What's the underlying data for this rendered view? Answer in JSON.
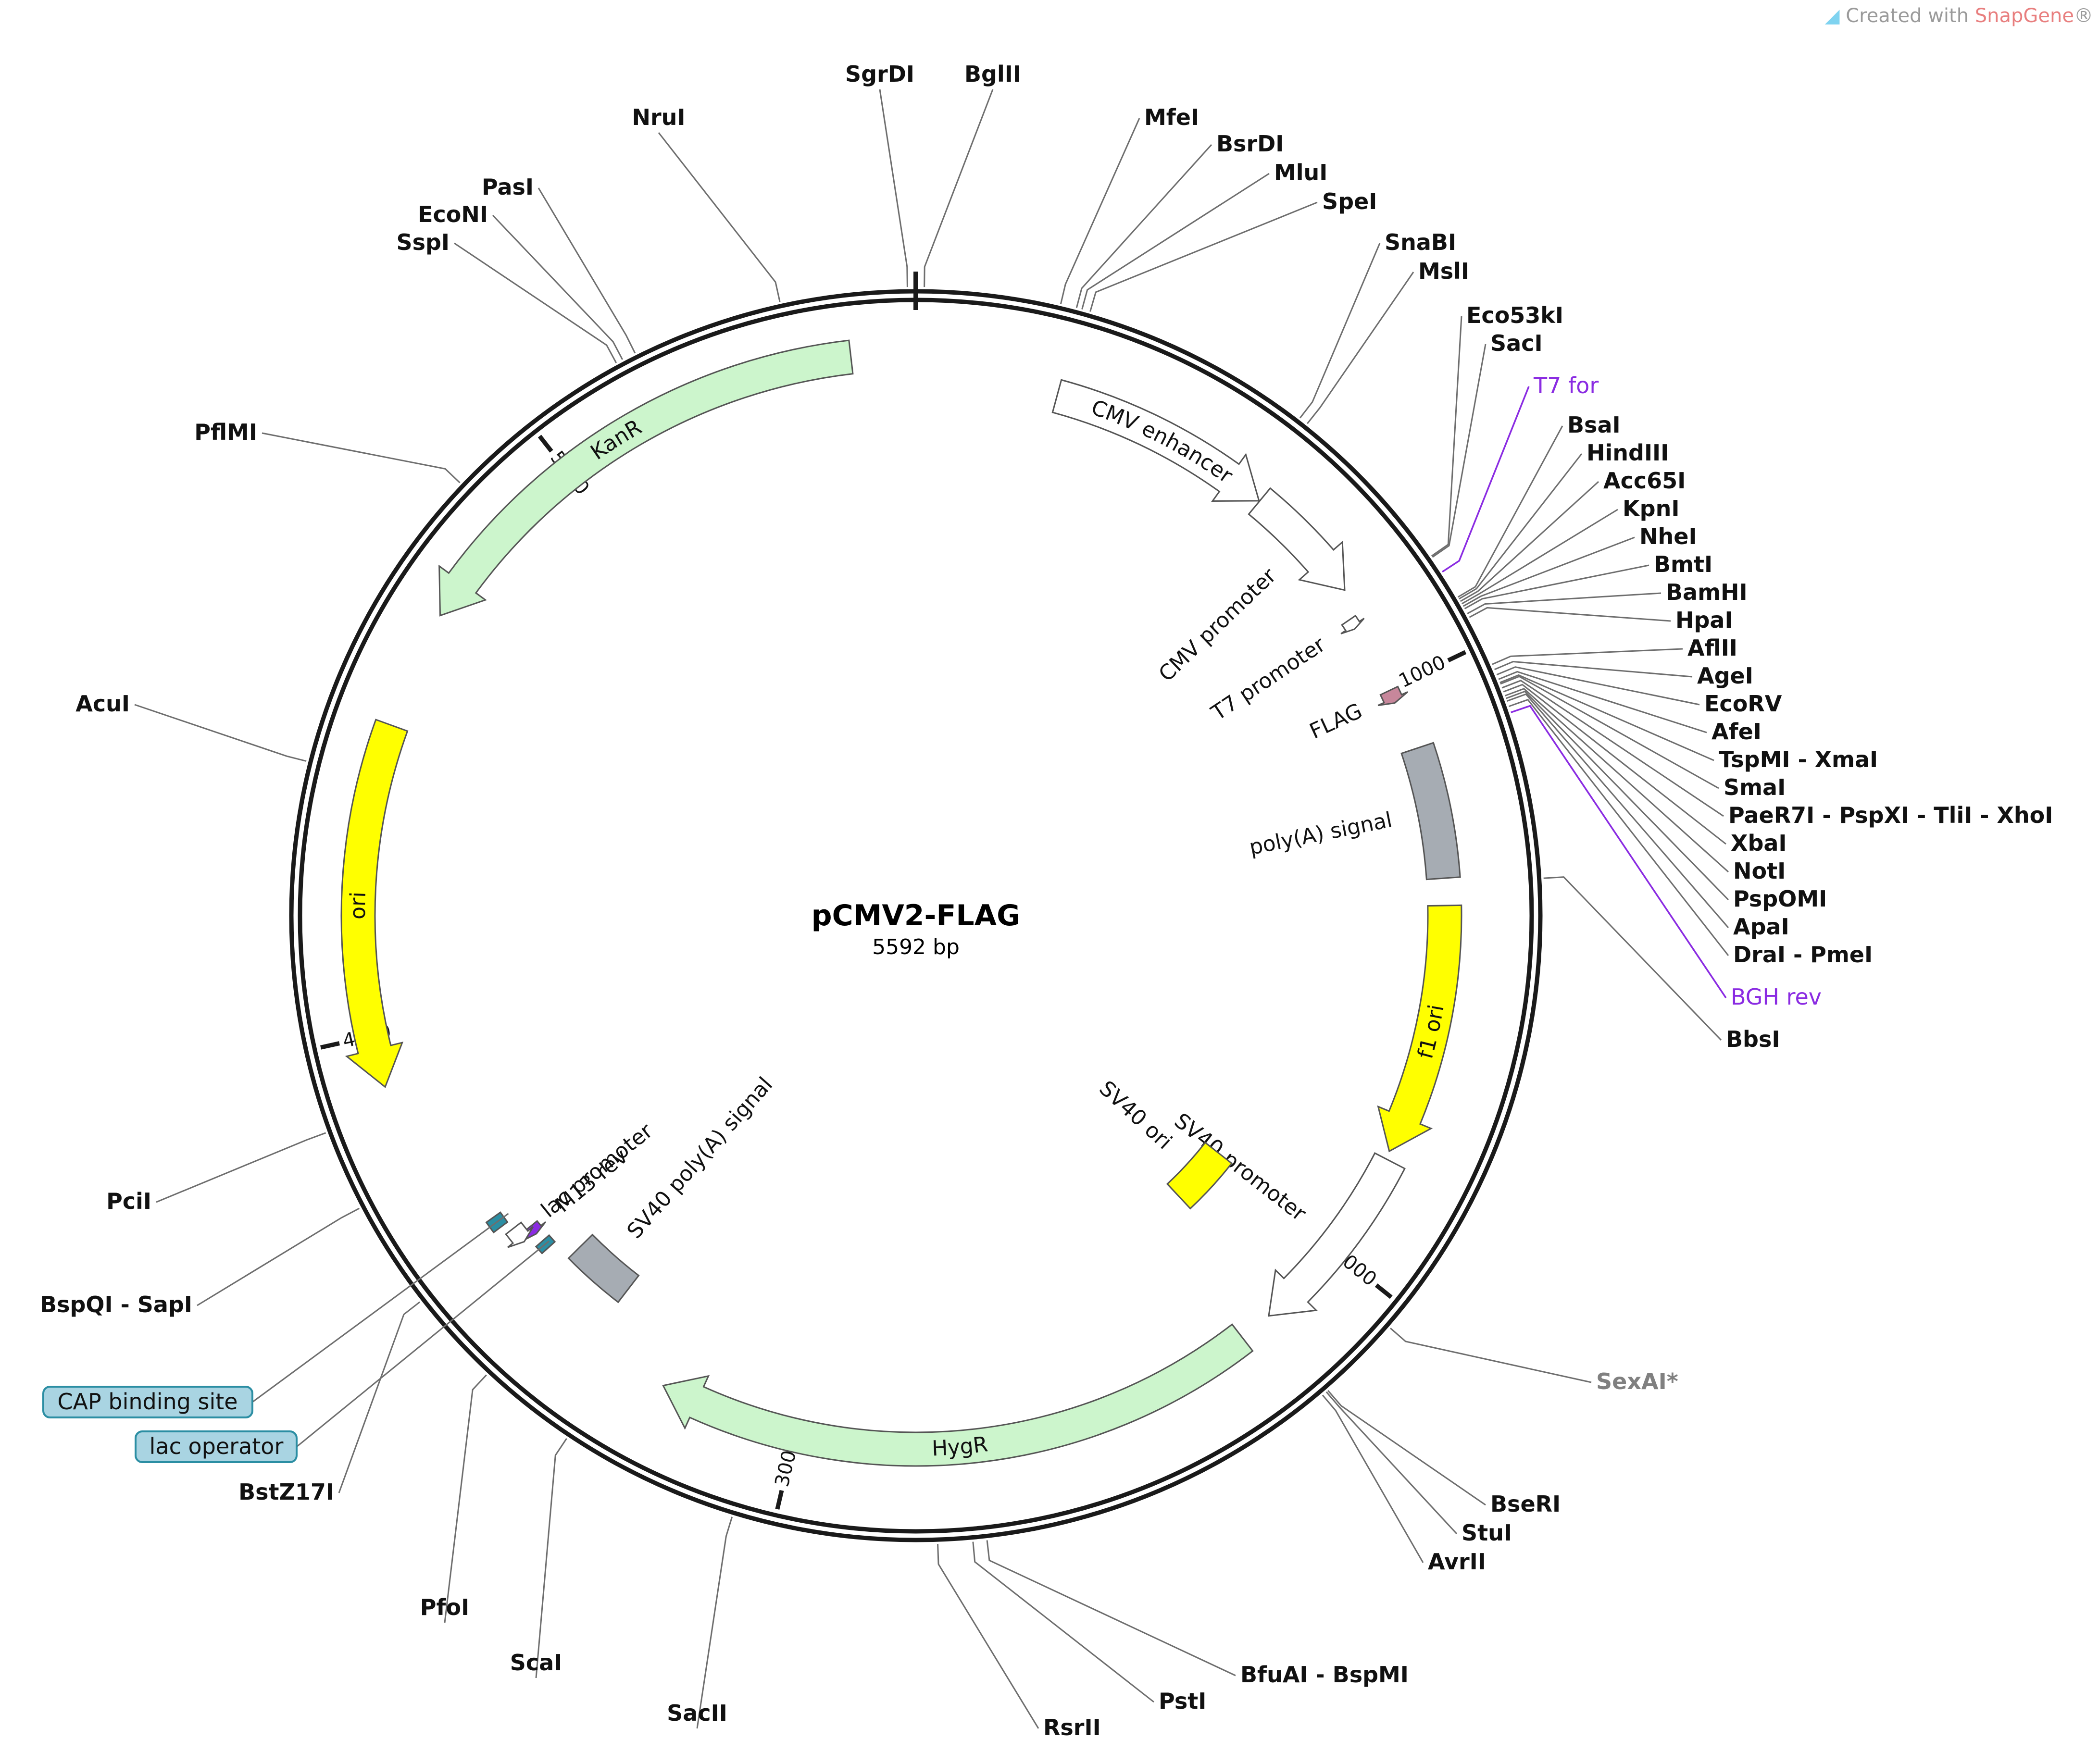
{
  "watermark": {
    "prefix": "Created with ",
    "brand": "SnapGene",
    "suffix": "®"
  },
  "plasmid": {
    "name": "pCMV2-FLAG",
    "size_label": "5592 bp",
    "length": 5592
  },
  "ticks": [
    "1000",
    "2000",
    "3000",
    "4000",
    "5000"
  ],
  "features": [
    {
      "name": "CMV enhancer",
      "start": 236,
      "end": 615,
      "dir": 1,
      "color": "#ffffff",
      "label_mode": "inside"
    },
    {
      "name": "CMV promoter",
      "start": 616,
      "end": 820,
      "dir": 1,
      "color": "#ffffff",
      "label_mode": "outside"
    },
    {
      "name": "T7 promoter",
      "start": 865,
      "end": 883,
      "dir": 1,
      "color": "#ffffff",
      "label_mode": "outside"
    },
    {
      "name": "FLAG",
      "start": 1003,
      "end": 1026,
      "dir": 1,
      "color": "#c7879b",
      "label_mode": "outside"
    },
    {
      "name": "poly(A) signal",
      "start": 1111,
      "end": 1335,
      "dir": 0,
      "color": "#a6acb3",
      "label_mode": "outside"
    },
    {
      "name": "f1 ori",
      "start": 1381,
      "end": 1809,
      "dir": 1,
      "color": "#ffff00",
      "label_mode": "inside"
    },
    {
      "name": "SV40 promoter",
      "start": 1823,
      "end": 2153,
      "dir": 1,
      "color": "#ffffff",
      "label_mode": "outside"
    },
    {
      "name": "SV40 ori",
      "start": 1990,
      "end": 2126,
      "dir": 0,
      "color": "#ffff00",
      "label_mode": "outside"
    },
    {
      "name": "HygR",
      "start": 2210,
      "end": 3235,
      "dir": 1,
      "color": "#ccf5cc",
      "label_mode": "inside"
    },
    {
      "name": "SV40 poly(A) signal",
      "start": 3380,
      "end": 3501,
      "dir": 0,
      "color": "#a6acb3",
      "label_mode": "outside"
    },
    {
      "name": "lac operator",
      "start": 3540,
      "end": 3556,
      "dir": 0,
      "color": "#2b8ea3",
      "label_mode": "none"
    },
    {
      "name": "M13 rev",
      "start": 3573,
      "end": 3590,
      "dir": -1,
      "color": "#8a2be2",
      "label_mode": "outside"
    },
    {
      "name": "lac promoter",
      "start": 3576,
      "end": 3606,
      "dir": -1,
      "color": "#ffffff",
      "label_mode": "outside"
    },
    {
      "name": "CAP binding site",
      "start": 3621,
      "end": 3642,
      "dir": 0,
      "color": "#2b8ea3",
      "label_mode": "none"
    },
    {
      "name": "ori",
      "start": 3916,
      "end": 4504,
      "dir": -1,
      "color": "#ffff00",
      "label_mode": "inside"
    },
    {
      "name": "KanR",
      "start": 4695,
      "end": 5489,
      "dir": -1,
      "color": "#ccf5cc",
      "label_mode": "inside"
    }
  ],
  "sites": [
    {
      "label": "SgrDI",
      "pos": 5580,
      "style": "normal"
    },
    {
      "label": "BglII",
      "pos": 12,
      "style": "normal"
    },
    {
      "label": "NruI",
      "pos": 5398,
      "style": "normal"
    },
    {
      "label": "MfeI",
      "pos": 207,
      "style": "normal"
    },
    {
      "label": "BsrDI",
      "pos": 230,
      "style": "normal"
    },
    {
      "label": "MluI",
      "pos": 238,
      "style": "normal"
    },
    {
      "label": "SpeI",
      "pos": 250,
      "style": "normal"
    },
    {
      "label": "SnaBI",
      "pos": 585,
      "style": "normal"
    },
    {
      "label": "MslI",
      "pos": 598,
      "style": "normal"
    },
    {
      "label": "Eco53kI",
      "pos": 856,
      "style": "normal"
    },
    {
      "label": "SacI",
      "pos": 858,
      "style": "normal"
    },
    {
      "label": "T7 for",
      "pos": 883,
      "style": "purple"
    },
    {
      "label": "BsaI",
      "pos": 925,
      "style": "normal"
    },
    {
      "label": "HindIII",
      "pos": 928,
      "style": "normal"
    },
    {
      "label": "Acc65I",
      "pos": 932,
      "style": "normal"
    },
    {
      "label": "KpnI",
      "pos": 936,
      "style": "normal"
    },
    {
      "label": "NheI",
      "pos": 940,
      "style": "normal"
    },
    {
      "label": "BmtI",
      "pos": 944,
      "style": "normal"
    },
    {
      "label": "BamHI",
      "pos": 952,
      "style": "normal"
    },
    {
      "label": "HpaI",
      "pos": 958,
      "style": "normal"
    },
    {
      "label": "AflII",
      "pos": 1032,
      "style": "normal"
    },
    {
      "label": "AgeI",
      "pos": 1040,
      "style": "normal"
    },
    {
      "label": "EcoRV",
      "pos": 1048,
      "style": "normal"
    },
    {
      "label": "AfeI",
      "pos": 1055,
      "style": "normal"
    },
    {
      "label": "TspMI - XmaI",
      "pos": 1060,
      "style": "normal"
    },
    {
      "label": "SmaI",
      "pos": 1062,
      "style": "normal"
    },
    {
      "label": "PaeR7I - PspXI - TliI - XhoI",
      "pos": 1068,
      "style": "normal"
    },
    {
      "label": "XbaI",
      "pos": 1074,
      "style": "normal"
    },
    {
      "label": "NotI",
      "pos": 1080,
      "style": "normal"
    },
    {
      "label": "PspOMI",
      "pos": 1084,
      "style": "normal"
    },
    {
      "label": "ApaI",
      "pos": 1088,
      "style": "normal"
    },
    {
      "label": "DraI - PmeI",
      "pos": 1096,
      "style": "normal"
    },
    {
      "label": "BGH rev",
      "pos": 1105,
      "style": "purple"
    },
    {
      "label": "BbsI",
      "pos": 1345,
      "style": "normal"
    },
    {
      "label": "SexAI*",
      "pos": 2035,
      "style": "grey"
    },
    {
      "label": "BseRI",
      "pos": 2160,
      "style": "normal"
    },
    {
      "label": "StuI",
      "pos": 2163,
      "style": "normal"
    },
    {
      "label": "AvrII",
      "pos": 2170,
      "style": "normal"
    },
    {
      "label": "BfuAI - BspMI",
      "pos": 2695,
      "style": "normal"
    },
    {
      "label": "PstI",
      "pos": 2715,
      "style": "normal"
    },
    {
      "label": "RsrII",
      "pos": 2765,
      "style": "normal"
    },
    {
      "label": "SacII",
      "pos": 3060,
      "style": "normal"
    },
    {
      "label": "ScaI",
      "pos": 3320,
      "style": "normal"
    },
    {
      "label": "PfoI",
      "pos": 3465,
      "style": "normal"
    },
    {
      "label": "BstZ17I",
      "pos": 3605,
      "style": "normal"
    },
    {
      "label": "BspQI - SapI",
      "pos": 3763,
      "style": "normal"
    },
    {
      "label": "PciI",
      "pos": 3880,
      "style": "normal"
    },
    {
      "label": "AcuI",
      "pos": 4415,
      "style": "normal"
    },
    {
      "label": "PflMI",
      "pos": 4870,
      "style": "normal"
    },
    {
      "label": "SspI",
      "pos": 5150,
      "style": "normal"
    },
    {
      "label": "EcoNI",
      "pos": 5160,
      "style": "normal"
    },
    {
      "label": "PasI",
      "pos": 5180,
      "style": "normal"
    }
  ],
  "badges": [
    "CAP binding site",
    "lac operator"
  ]
}
